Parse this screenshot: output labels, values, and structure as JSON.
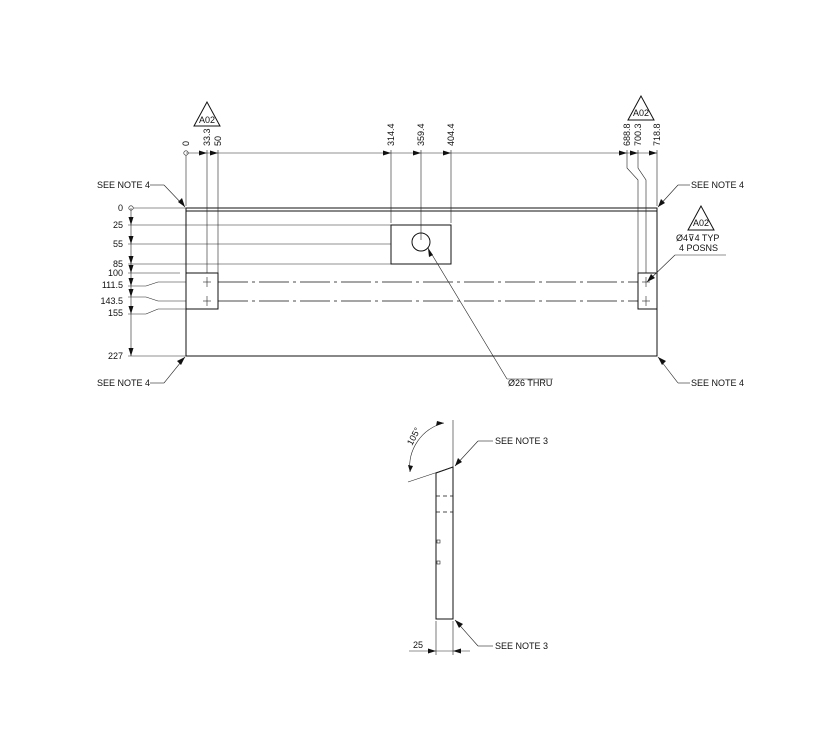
{
  "plan": {
    "h_dims": [
      "0",
      "33.3",
      "50",
      "314.4",
      "359.4",
      "404.4",
      "688.8",
      "700.3",
      "718.8"
    ],
    "v_dims": [
      "0",
      "25",
      "55",
      "85",
      "100",
      "111.5",
      "143.5",
      "155",
      "227"
    ],
    "rev_tag_left": "A02",
    "rev_tag_right": "A02",
    "rev_tag_hole": "A02",
    "note_top_left": "SEE NOTE 4",
    "note_top_right": "SEE NOTE 4",
    "note_bottom_left": "SEE NOTE 4",
    "note_bottom_right": "SEE NOTE 4",
    "hole_callout_line1": "Ø4⊽4 TYP",
    "hole_callout_line2": "4 POSNS",
    "thru_callout": "Ø26 THRU"
  },
  "section": {
    "angle": "105°",
    "note_top": "SEE NOTE 3",
    "note_bottom": "SEE NOTE 3",
    "thickness": "25"
  }
}
